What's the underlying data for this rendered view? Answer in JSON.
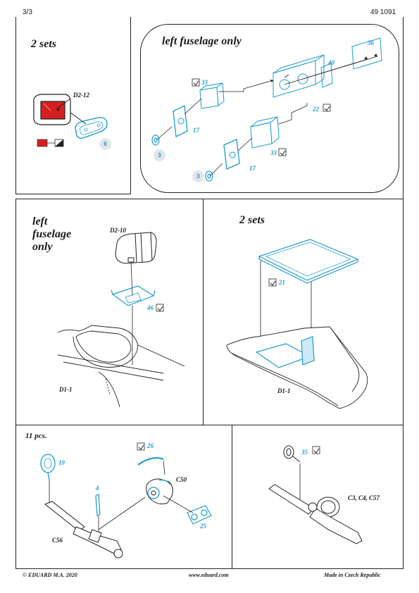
{
  "header": {
    "page": "3/3",
    "code": "49 1091"
  },
  "panels": {
    "p1": {
      "title": "2 sets",
      "ref": "D2-12",
      "part": "6"
    },
    "p2": {
      "title": "left fuselage only",
      "parts": [
        "33",
        "17",
        "3",
        "40",
        "36",
        "22",
        "33",
        "17",
        "3"
      ]
    },
    "p3": {
      "title_lines": [
        "left",
        "fuselage",
        "only"
      ],
      "ref": "D2-10",
      "part": "46",
      "hull": "D1-1"
    },
    "p4": {
      "title": "2 sets",
      "part": "21",
      "hull": "D1-1"
    },
    "p5": {
      "title": "11 pcs.",
      "parts": [
        "19",
        "4",
        "26",
        "25"
      ],
      "refs": [
        "C50",
        "C56"
      ]
    },
    "p6": {
      "part": "35",
      "ref": "C3, C4, C57"
    }
  },
  "footer": {
    "copyright": "© EDUARD  M.A. 2020",
    "website": "www.eduard.com",
    "origin": "Made in Czech Republic"
  },
  "colors": {
    "pe_blue": "#1e9bd0",
    "red": "#d42020",
    "line": "#222222"
  }
}
